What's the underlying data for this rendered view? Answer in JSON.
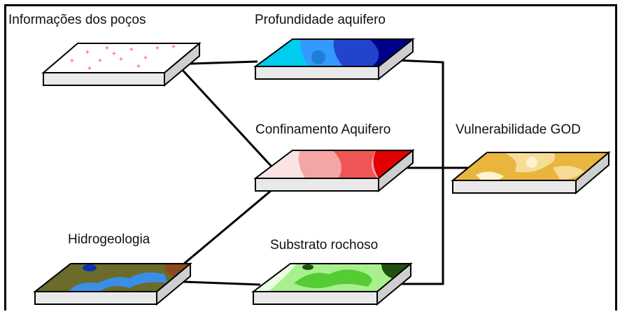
{
  "labels": {
    "wells": "Informações dos poços",
    "depth": "Profundidade aquifero",
    "confinement": "Confinamento Aquifero",
    "vulnerability": "Vulnerabilidade GOD",
    "hydrogeology": "Hidrogeologia",
    "substrate": "Substrato rochoso"
  },
  "colors": {
    "outline": "#000000",
    "slab_side": "#e8e8e8",
    "wells_top": "#ffffff",
    "wells_points": "#ff2a2a",
    "depth_palette": [
      "#00ccee",
      "#3399ff",
      "#2244cc",
      "#000088"
    ],
    "confinement_palette": [
      "#fbe3e3",
      "#f4a5a5",
      "#ef5555",
      "#e00000"
    ],
    "vulnerability_palette": [
      "#e8b63c",
      "#f5dd98",
      "#fff3d0"
    ],
    "hydro_palette": [
      "#6b6b2a",
      "#3a8ee8",
      "#8a4a1e",
      "#0b2fb5"
    ],
    "substrate_palette": [
      "#e9ffe0",
      "#a7f08d",
      "#55cc33",
      "#224f12"
    ]
  }
}
